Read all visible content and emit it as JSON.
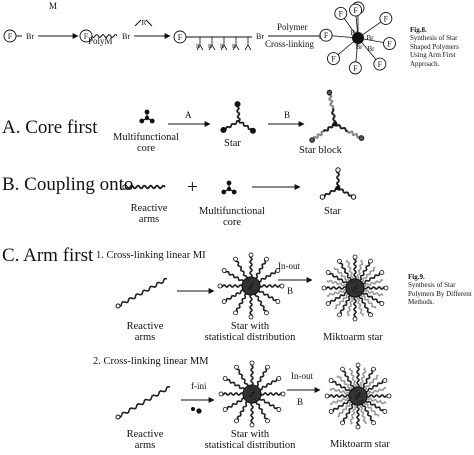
{
  "fig8": {
    "scheme": {
      "f": "F",
      "br": "Br",
      "step1_reagent": "M",
      "polym": "PolyM",
      "monomer_r": "R",
      "branch_r": "R",
      "step3_top": "Polymer",
      "step3_bottom": "Cross-linking"
    },
    "caption_label": "Fig.8.",
    "caption_text": "Synthesis of Star Shaped Polymers Using Arm First Approach."
  },
  "sections": {
    "core_first": {
      "title": "A. Core first",
      "arrow_a": "A",
      "arrow_b": "B",
      "core_label": "Multifunctional\ncore",
      "star_label": "Star",
      "star_block_label": "Star block"
    },
    "coupling_onto": {
      "title": "B. Coupling onto",
      "plus": "+",
      "arms_label": "Reactive\narms",
      "core_label": "Multifunctional\ncore",
      "star_label": "Star"
    },
    "arm_first": {
      "title": "C. Arm first",
      "step1_title": "1. Cross-linking linear MI",
      "step2_title": "2. Cross-linking linear MM",
      "in_out": "In-out",
      "b": "B",
      "f_ini": "f-ini",
      "arms_label": "Reactive\narms",
      "star_label": "Star with\nstatistical distribution",
      "miktoarm_label": "Miktoarm star"
    }
  },
  "fig9": {
    "caption_label": "Fig.9.",
    "caption_text": "Synthesis of Star Polymers By Different Methods."
  }
}
